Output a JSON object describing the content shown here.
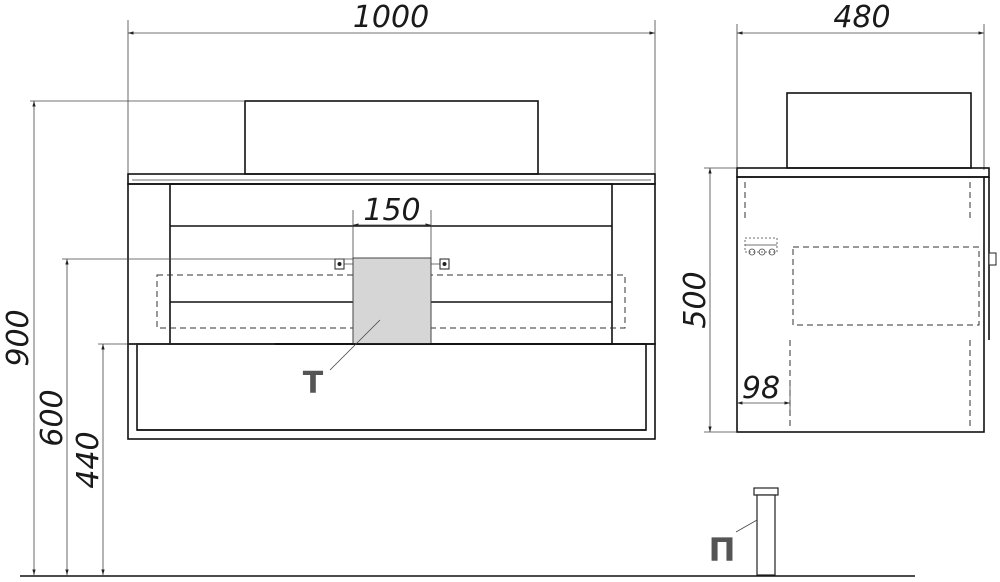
{
  "dimensions": {
    "width_front": "1000",
    "depth_side": "480",
    "total_height": "900",
    "outlet_height": "600",
    "drawer_height": "440",
    "cutout_width": "150",
    "side_height": "500",
    "side_offset": "98"
  },
  "labels": {
    "trap": "T",
    "drain": "П"
  },
  "colors": {
    "outline": "#111111",
    "cutout_fill": "#d6d6d6",
    "label": "#555555"
  }
}
